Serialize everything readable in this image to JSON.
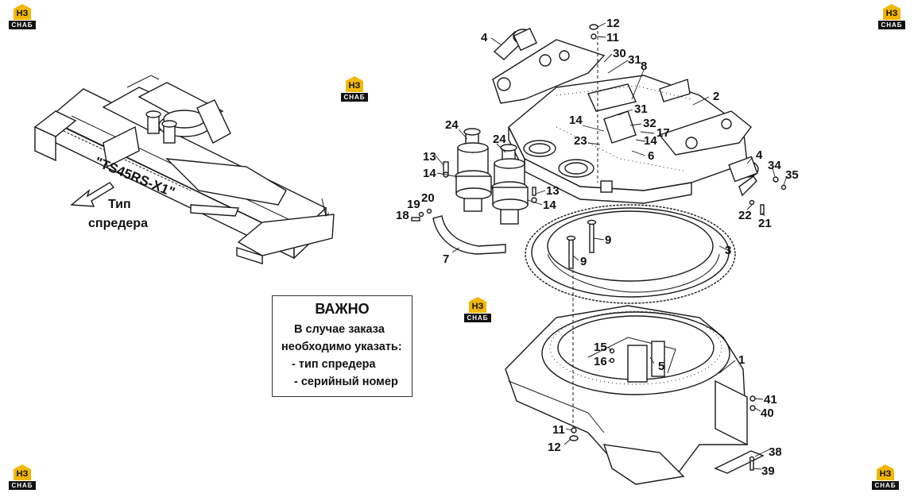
{
  "brand": {
    "logo_mark": "НЗ",
    "logo_band": "СНАБ"
  },
  "model_label": "\"TS45RS-X1\"",
  "spreader_type_label": [
    "Тип",
    "спредера"
  ],
  "notice": {
    "title": "ВАЖНО",
    "lines": [
      "В случае заказа",
      "необходимо указать:",
      "- тип спредера",
      "- серийный номер"
    ]
  },
  "callouts": {
    "c1": "1",
    "c2": "2",
    "c3": "3",
    "c4a": "4",
    "c4b": "4",
    "c5": "5",
    "c6": "6",
    "c7": "7",
    "c8": "8",
    "c9a": "9",
    "c9b": "9",
    "c11a": "11",
    "c11b": "11",
    "c12a": "12",
    "c12b": "12",
    "c13a": "13",
    "c13b": "13",
    "c14a": "14",
    "c14b": "14",
    "c14c": "14",
    "c14d": "14",
    "c15": "15",
    "c16": "16",
    "c17": "17",
    "c18": "18",
    "c19": "19",
    "c20": "20",
    "c21": "21",
    "c22": "22",
    "c23": "23",
    "c24a": "24",
    "c24b": "24",
    "c30": "30",
    "c31a": "31",
    "c31b": "31",
    "c32": "32",
    "c34": "34",
    "c35": "35",
    "c38": "38",
    "c39": "39",
    "c40": "40",
    "c41": "41"
  },
  "colors": {
    "logo_yellow": "#f2b705",
    "logo_dark": "#111111",
    "line": "#1a1a1a"
  }
}
